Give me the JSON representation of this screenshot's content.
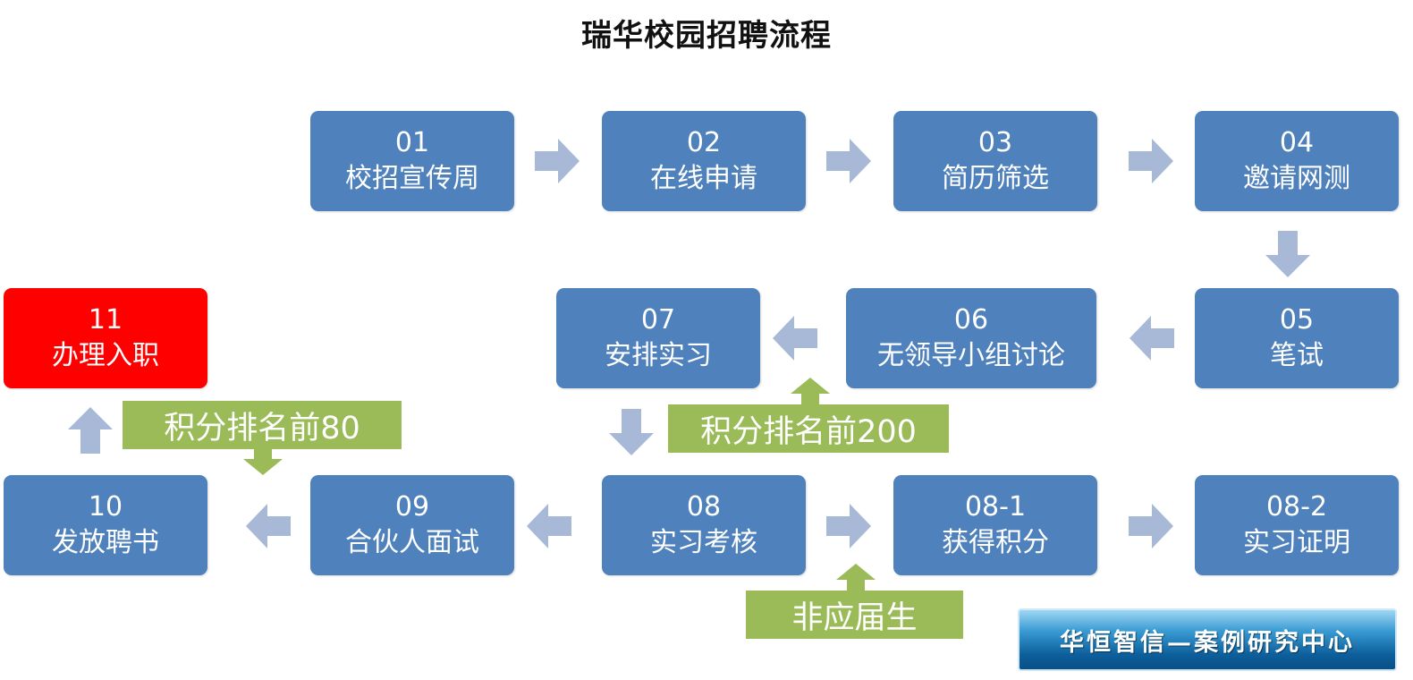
{
  "title": "瑞华校园招聘流程",
  "colors": {
    "step_blue": "#4f81bd",
    "step_red": "#ff0000",
    "tag_green": "#9bbb59",
    "arrow_blue": "#a7b9d6",
    "arrow_green": "#9bbb59"
  },
  "steps": [
    {
      "num": "01",
      "label": "校招宣传周"
    },
    {
      "num": "02",
      "label": "在线申请"
    },
    {
      "num": "03",
      "label": "简历筛选"
    },
    {
      "num": "04",
      "label": "邀请网测"
    },
    {
      "num": "05",
      "label": "笔试"
    },
    {
      "num": "06",
      "label": "无领导小组讨论"
    },
    {
      "num": "07",
      "label": "安排实习"
    },
    {
      "num": "08",
      "label": "实习考核"
    },
    {
      "num": "08-1",
      "label": "获得积分"
    },
    {
      "num": "08-2",
      "label": "实习证明"
    },
    {
      "num": "09",
      "label": "合伙人面试"
    },
    {
      "num": "10",
      "label": "发放聘书"
    },
    {
      "num": "11",
      "label": "办理入职"
    }
  ],
  "tags": {
    "top80": "积分排名前80",
    "top200": "积分排名前200",
    "non_graduate": "非应届生"
  },
  "watermark": "华恒智信—案例研究中心"
}
